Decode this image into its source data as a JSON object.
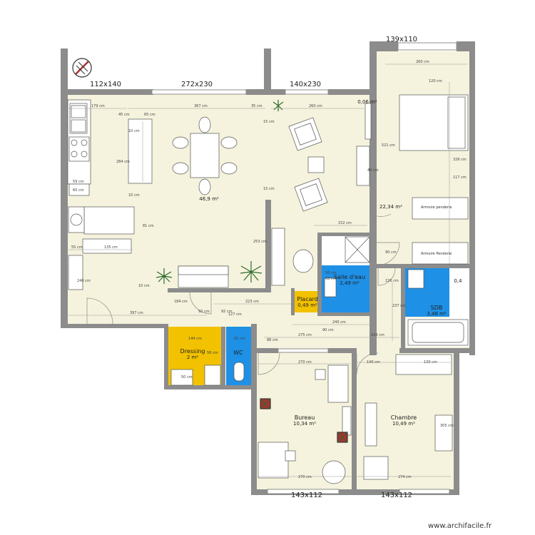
{
  "rooms": [
    {
      "id": "living",
      "name": "",
      "area": "46,9 m²"
    },
    {
      "id": "main",
      "name": "",
      "area": "22,34 m²"
    },
    {
      "id": "salle-deau",
      "name": "Salle d'eau",
      "area": "2,49 m²"
    },
    {
      "id": "placard",
      "name": "Placard",
      "area": "0,49 m²"
    },
    {
      "id": "sdb",
      "name": "SDB",
      "area": "3,48 m²"
    },
    {
      "id": "dressing",
      "name": "Dressing",
      "area": "2 m²"
    },
    {
      "id": "wc",
      "name": "WC",
      "area": ""
    },
    {
      "id": "bureau",
      "name": "Bureau",
      "area": "10,34 m²"
    },
    {
      "id": "chambre",
      "name": "Chambre",
      "area": "10,49 m²"
    },
    {
      "id": "closet-06",
      "name": "",
      "area": "0,06 m²"
    },
    {
      "id": "closet-sdb",
      "name": "",
      "area": "0,4"
    }
  ],
  "windows": [
    "139x110",
    "112x140",
    "272x230",
    "140x230",
    "143x112",
    "143x112"
  ],
  "dimensions": {
    "d179": "179 cm",
    "d367": "367 cm",
    "d35": "35 cm",
    "d260a": "260 cm",
    "d260b": "260 cm",
    "d120": "120 cm",
    "d45": "45 cm",
    "d65": "65 cm",
    "d15a": "15 cm",
    "d15b": "15 cm",
    "d10a": "10 cm",
    "d10b": "10 cm",
    "d284": "284 cm",
    "d59": "59 cm",
    "d60": "60 cm",
    "d521": "521 cm",
    "d326": "326 cm",
    "d117": "117 cm",
    "d40": "40 cm",
    "d152": "152 cm",
    "d253": "253 cm",
    "d81": "81 cm",
    "d55": "55 cm",
    "d135": "135 cm",
    "d240a": "240 cm",
    "d10c": "10 cm",
    "d397": "397 cm",
    "d184": "184 cm",
    "d92a": "92 cm",
    "d92b": "92 cm",
    "d223": "223 cm",
    "d127": "127 cm",
    "d240b": "240 cm",
    "d275": "275 cm",
    "d143": "143 cm",
    "d90a": "90 cm",
    "d90b": "90 cm",
    "d237": "237 cm",
    "d226": "226 cm",
    "d88": "88 cm",
    "d144": "144 cm",
    "d62": "62 cm",
    "d270a": "270 cm",
    "d270b": "270 cm",
    "d140": "140 cm",
    "d130": "130 cm",
    "d274": "274 cm",
    "d305": "305 cm",
    "d56": "56 cm",
    "d63": "63 cm",
    "d50": "50 cm",
    "d58": "58 cm"
  },
  "furniture_labels": {
    "armoire1": "Armoire penderie",
    "armoire2": "Armoire Penderie"
  },
  "icons": [
    "compass-icon",
    "plant-icon",
    "bed-icon",
    "table-icon",
    "armchair-icon",
    "stove-icon",
    "sink-icon",
    "toilet-icon",
    "shower-icon",
    "bathtub-icon",
    "desk-icon",
    "washing-machine-icon"
  ],
  "colors": {
    "floor": "#f5f3dd",
    "wall": "#8c8c8c",
    "blue_room": "#1e90e6",
    "yellow_room": "#f2c200",
    "window": "#ffffff"
  },
  "watermark": "www.archifacile.fr"
}
